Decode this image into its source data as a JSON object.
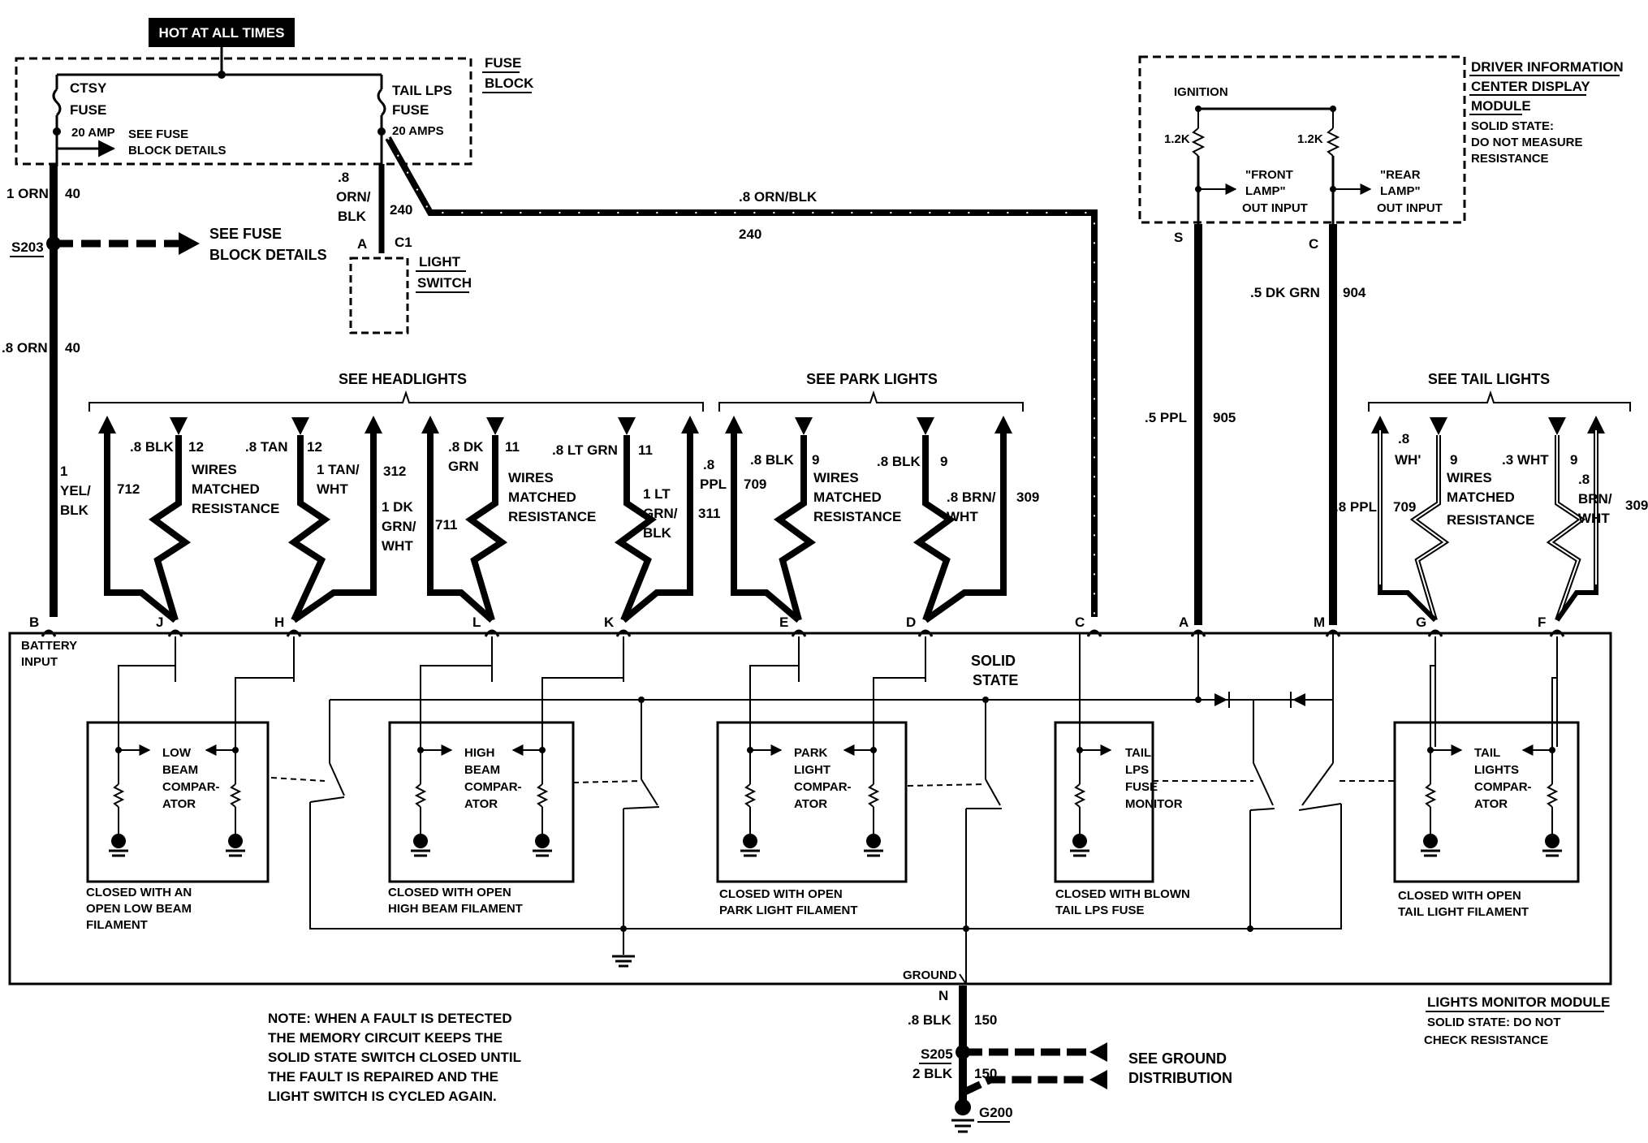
{
  "header": {
    "hot_at_all_times": "HOT AT ALL TIMES"
  },
  "fuse_block": {
    "title_line1": "FUSE",
    "title_line2": "BLOCK",
    "ctsy_line1": "CTSY",
    "ctsy_line2": "FUSE",
    "ctsy_amp": "20 AMP",
    "see_details_line1": "SEE FUSE",
    "see_details_line2": "BLOCK DETAILS",
    "tail_line1": "TAIL LPS",
    "tail_line2": "FUSE",
    "tail_amp": "20 AMPS"
  },
  "wires": {
    "orn40_top_size": "1 ORN",
    "orn40_top_num": "40",
    "s203": "S203",
    "s203_see1": "SEE FUSE",
    "s203_see2": "BLOCK DETAILS",
    "orn40_bot_size": ".8 ORN",
    "orn40_bot_num": "40",
    "orn_blk_l1": ".8",
    "orn_blk_l2": "ORN/",
    "orn_blk_l3": "BLK",
    "orn_blk_num": "240",
    "orn_blk_long": ".8 ORN/BLK",
    "orn_blk_long_num": "240",
    "switch_pin_a": "A",
    "switch_pin_c1": "C1",
    "light_switch_1": "LIGHT",
    "light_switch_2": "SWITCH",
    "ppl905_size": ".5 PPL",
    "ppl905_num": "905",
    "dkgrn904_size": ".5 DK GRN",
    "dkgrn904_num": "904",
    "pin_s": "S",
    "pin_c": "C"
  },
  "dic": {
    "title1": "DRIVER INFORMATION",
    "title2": "CENTER DISPLAY",
    "title3": "MODULE",
    "ss1": "SOLID STATE:",
    "ss2": "DO NOT MEASURE",
    "ss3": "RESISTANCE",
    "ignition": "IGNITION",
    "r1": "1.2K",
    "r2": "1.2K",
    "front1": "\"FRONT",
    "front2": "LAMP\"",
    "front3": "OUT INPUT",
    "rear1": "\"REAR",
    "rear2": "LAMP\"",
    "rear3": "OUT INPUT"
  },
  "groups": {
    "headlights": "SEE HEADLIGHTS",
    "park": "SEE PARK LIGHTS",
    "tail": "SEE TAIL LIGHTS"
  },
  "harness": {
    "yel_blk_1": "1",
    "yel_blk_2": "YEL/",
    "yel_blk_3": "BLK",
    "w712": "712",
    "w_8blk_12": ".8 BLK",
    "w12a": "12",
    "wires_matched_1": "WIRES",
    "wires_matched_2": "MATCHED",
    "wires_matched_3": "RESISTANCE",
    "w_8tan": ".8 TAN",
    "w12b": "12",
    "tanwht1": "1 TAN/",
    "tanwht2": "WHT",
    "w312": "312",
    "dkgrn_wht1": "1 DK",
    "dkgrn_wht2": "GRN/",
    "dkgrn_wht3": "WHT",
    "w_8dk1": ".8 DK",
    "w_8dk2": "GRN",
    "w11a": "11",
    "w711": "711",
    "w_8ltgrn": ".8 LT GRN",
    "w11b": "11",
    "ltgrn_blk1": "1 LT",
    "ltgrn_blk2": "GRN/",
    "ltgrn_blk3": "BLK",
    "ppl1": ".8",
    "ppl2": "PPL",
    "w311": "311",
    "park_8blk": ".8 BLK",
    "park_9a": "9",
    "park_709": "709",
    "park_8blk2": ".8 BLK",
    "park_9b": "9",
    "park_brn1": ".8 BRN/",
    "park_brn2": "WHT",
    "park_309": "309",
    "tail_8": ".8",
    "tail_wh": "WH'",
    "tail_9a": "9",
    "tail_3wht": ".3 WHT",
    "tail_9b": "9",
    "tail_8ppl": ".8 PPL",
    "tail_709": "709",
    "tail_brn0": ".8",
    "tail_brn1": "BRN/",
    "tail_brn2": "WHT",
    "tail_309": "309"
  },
  "pins": [
    "B",
    "J",
    "H",
    "L",
    "K",
    "E",
    "D",
    "C",
    "A",
    "M",
    "G",
    "F"
  ],
  "module": {
    "battery1": "BATTERY",
    "battery2": "INPUT",
    "solid1": "SOLID",
    "solid2": "STATE",
    "low1": "LOW",
    "low2": "BEAM",
    "low3": "COMPAR-",
    "low4": "ATOR",
    "high1": "HIGH",
    "high2": "BEAM",
    "high3": "COMPAR-",
    "high4": "ATOR",
    "park1": "PARK",
    "park2": "LIGHT",
    "park3": "COMPAR-",
    "park4": "ATOR",
    "tailf1": "TAIL",
    "tailf2": "LPS",
    "tailf3": "FUSE",
    "tailf4": "MONITOR",
    "taill1": "TAIL",
    "taill2": "LIGHTS",
    "taill3": "COMPAR-",
    "taill4": "ATOR",
    "c_low1": "CLOSED WITH AN",
    "c_low2": "OPEN LOW BEAM",
    "c_low3": "FILAMENT",
    "c_high1": "CLOSED WITH OPEN",
    "c_high2": "HIGH BEAM FILAMENT",
    "c_park1": "CLOSED WITH OPEN",
    "c_park2": "PARK LIGHT FILAMENT",
    "c_tailf1": "CLOSED WITH BLOWN",
    "c_tailf2": "TAIL LPS FUSE",
    "c_taill1": "CLOSED WITH OPEN",
    "c_taill2": "TAIL LIGHT FILAMENT",
    "ground": "GROUND",
    "lmm_title": "LIGHTS MONITOR MODULE",
    "lmm_ss1": "SOLID STATE: DO NOT",
    "lmm_ss2": "CHECK RESISTANCE"
  },
  "ground_circuit": {
    "pin_n": "N",
    "blk08": ".8 BLK",
    "n150a": "150",
    "s205": "S205",
    "blk2": "2 BLK",
    "n150b": "150",
    "g200": "G200",
    "see1": "SEE GROUND",
    "see2": "DISTRIBUTION"
  },
  "note": {
    "l1": "NOTE:  WHEN A FAULT IS DETECTED",
    "l2": "THE MEMORY CIRCUIT KEEPS THE",
    "l3": "SOLID STATE SWITCH CLOSED UNTIL",
    "l4": "THE FAULT IS REPAIRED AND THE",
    "l5": "LIGHT SWITCH IS CYCLED AGAIN."
  }
}
